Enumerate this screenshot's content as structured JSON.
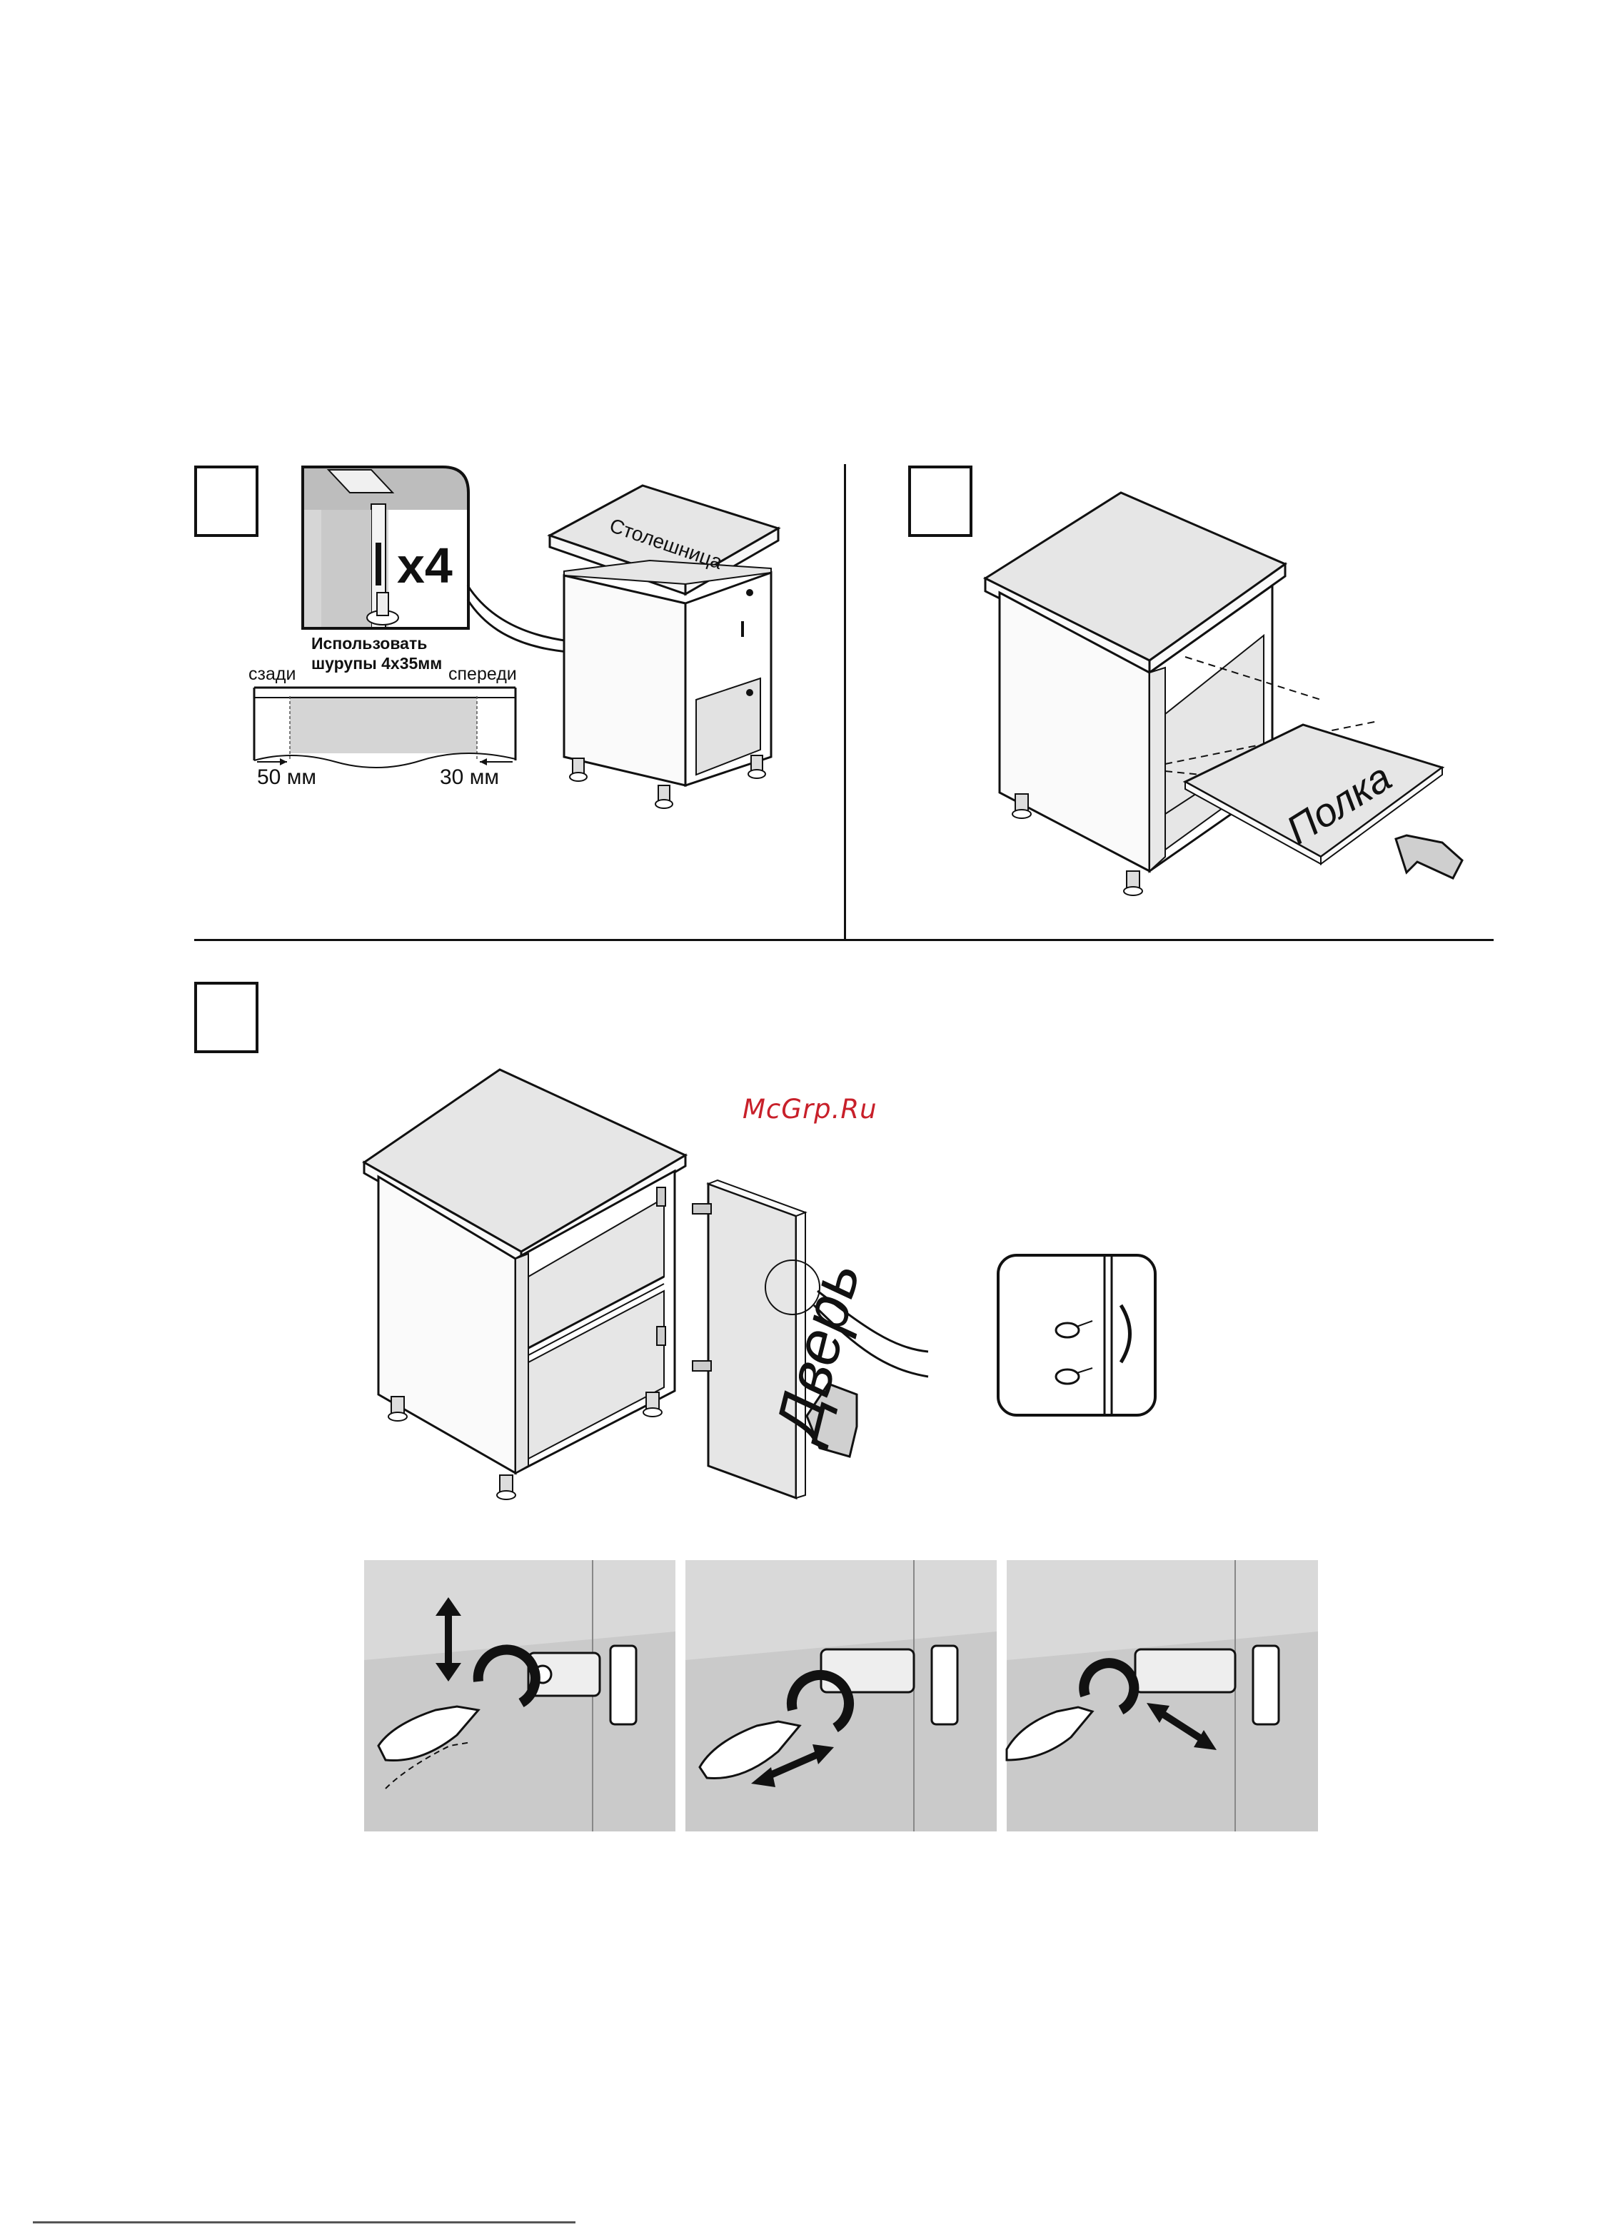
{
  "steps": {
    "step_a": {
      "number": ""
    },
    "step_b": {
      "number": ""
    },
    "step_c": {
      "number": ""
    }
  },
  "step_a": {
    "zoom_multiplier": "x4",
    "screw_note_line1": "Использовать",
    "screw_note_line2": "шурупы 4x35мм",
    "countertop_label": "Столешница",
    "rear_label": "сзади",
    "front_label": "спереди",
    "rear_offset": "50 мм",
    "front_offset": "30 мм"
  },
  "step_b": {
    "shelf_label": "Полка"
  },
  "step_c": {
    "door_label": "Дверь"
  },
  "watermark": "McGrp.Ru",
  "colors": {
    "ink": "#111111",
    "panel_fill": "#e6e6e6",
    "panel_dark": "#bdbdbd",
    "photo_bg": "#d9d9d9",
    "watermark": "#c8202a"
  },
  "icons": [
    "arrow-up-down-icon",
    "arrow-left-right-icon",
    "rotate-arrow-icon",
    "screwdriver-icon",
    "hinge-icon",
    "insert-arrow-icon"
  ]
}
